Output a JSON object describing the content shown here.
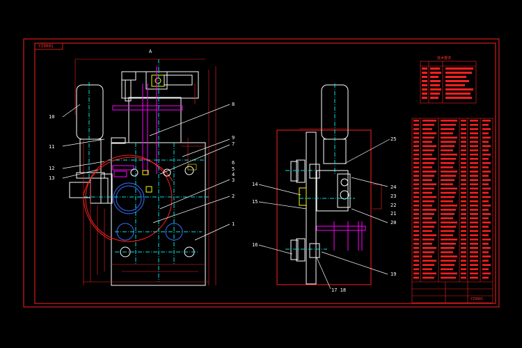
{
  "drawing": {
    "stamp": "YZ9001",
    "view_marker": "A",
    "left_callouts": [
      "10",
      "11",
      "12",
      "13"
    ],
    "right_callouts_left_view": [
      "8",
      "9",
      "7",
      "6",
      "5",
      "4",
      "3",
      "2",
      "1"
    ],
    "side_view_callouts_left": [
      "14",
      "15",
      "16"
    ],
    "side_view_callouts_right": [
      "25",
      "24",
      "23",
      "22",
      "21",
      "20",
      "19"
    ],
    "side_view_bottom": "17 18",
    "tech_req_title": "技术要求",
    "bottom_stamp": "YZ9001"
  }
}
